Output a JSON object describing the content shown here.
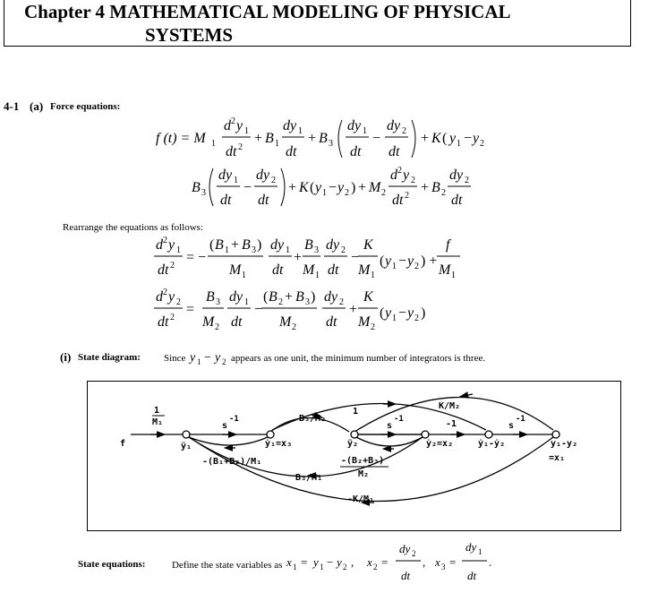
{
  "chapter": {
    "line1": "Chapter 4  MATHEMATICAL MODELING OF PHYSICAL",
    "line2": "SYSTEMS"
  },
  "problem": {
    "number": "4-1",
    "part": "(a)",
    "heading": "Force equations:"
  },
  "rearrange_text": "Rearrange the equations as follows:",
  "state_diagram": {
    "label": "(i)",
    "heading": "State diagram:",
    "text_before": "Since",
    "text_after": "appears as one unit, the minimum number of integrators is three."
  },
  "diagram": {
    "nodes": [
      "f",
      "ÿ₁",
      "ẏ₁=x₃",
      "ÿ₂",
      "ẏ₂=x₂",
      "ẏ₁-ẏ₂",
      "y₁-y₂",
      "=x₁"
    ],
    "gains": [
      "1",
      "M₁",
      "s",
      "-1",
      "B₃/M₂",
      "1",
      "s",
      "-1",
      "-1",
      "K/M₂",
      "s",
      "-1",
      "-(B₁+B₂)/M₁",
      "-(B₂+B₃)",
      "M₂",
      "B₃/M₁",
      "-K/M₁"
    ]
  },
  "state_equations": {
    "heading": "State equations:",
    "text": "Define the state variables as"
  }
}
